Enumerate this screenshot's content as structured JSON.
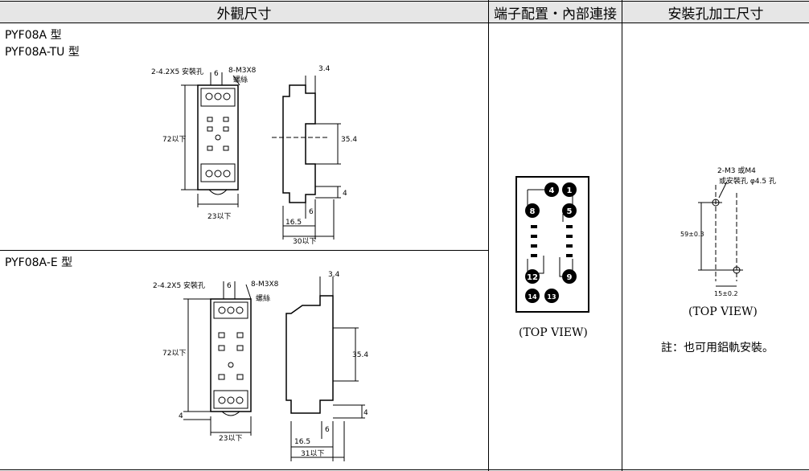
{
  "headers": {
    "col1": "外觀尺寸",
    "col2": "端子配置・內部連接",
    "col3": "安裝孔加工尺寸"
  },
  "section1": {
    "model_line1": "PYF08A 型",
    "model_line2": "PYF08A-TU 型",
    "drawing": {
      "hole_label": "2-4.2X5 安裝孔",
      "pitch": "6",
      "screw": "8-M3X8",
      "screw2": "螺絲",
      "height": "72以下",
      "width": "23以下",
      "top_thk": "3.4",
      "rail": "35.4",
      "foot": "4",
      "dim6": "6",
      "depth1": "16.5",
      "depth2": "30以下"
    }
  },
  "section2": {
    "model": "PYF08A-E 型",
    "drawing": {
      "hole_label": "2-4.2X5 安裝孔",
      "pitch": "6",
      "screw": "8-M3X8",
      "screw2": "螺絲",
      "height": "72以下",
      "width": "23以下",
      "top_thk": "3.4",
      "rail": "35.4",
      "foot": "4",
      "foot_left": "4",
      "dim6": "6",
      "depth1": "16.5",
      "depth2": "31以下"
    }
  },
  "terminal": {
    "pins": [
      "4",
      "1",
      "8",
      "5",
      "12",
      "9",
      "14",
      "13"
    ],
    "caption": "(TOP VIEW)"
  },
  "mounting": {
    "label1": "2-M3 或M4",
    "label2": "或安裝孔 φ4.5 孔",
    "dim_v": "59±0.3",
    "dim_h": "15±0.2",
    "caption": "(TOP VIEW)",
    "note": "註：也可用鋁軌安裝。"
  }
}
